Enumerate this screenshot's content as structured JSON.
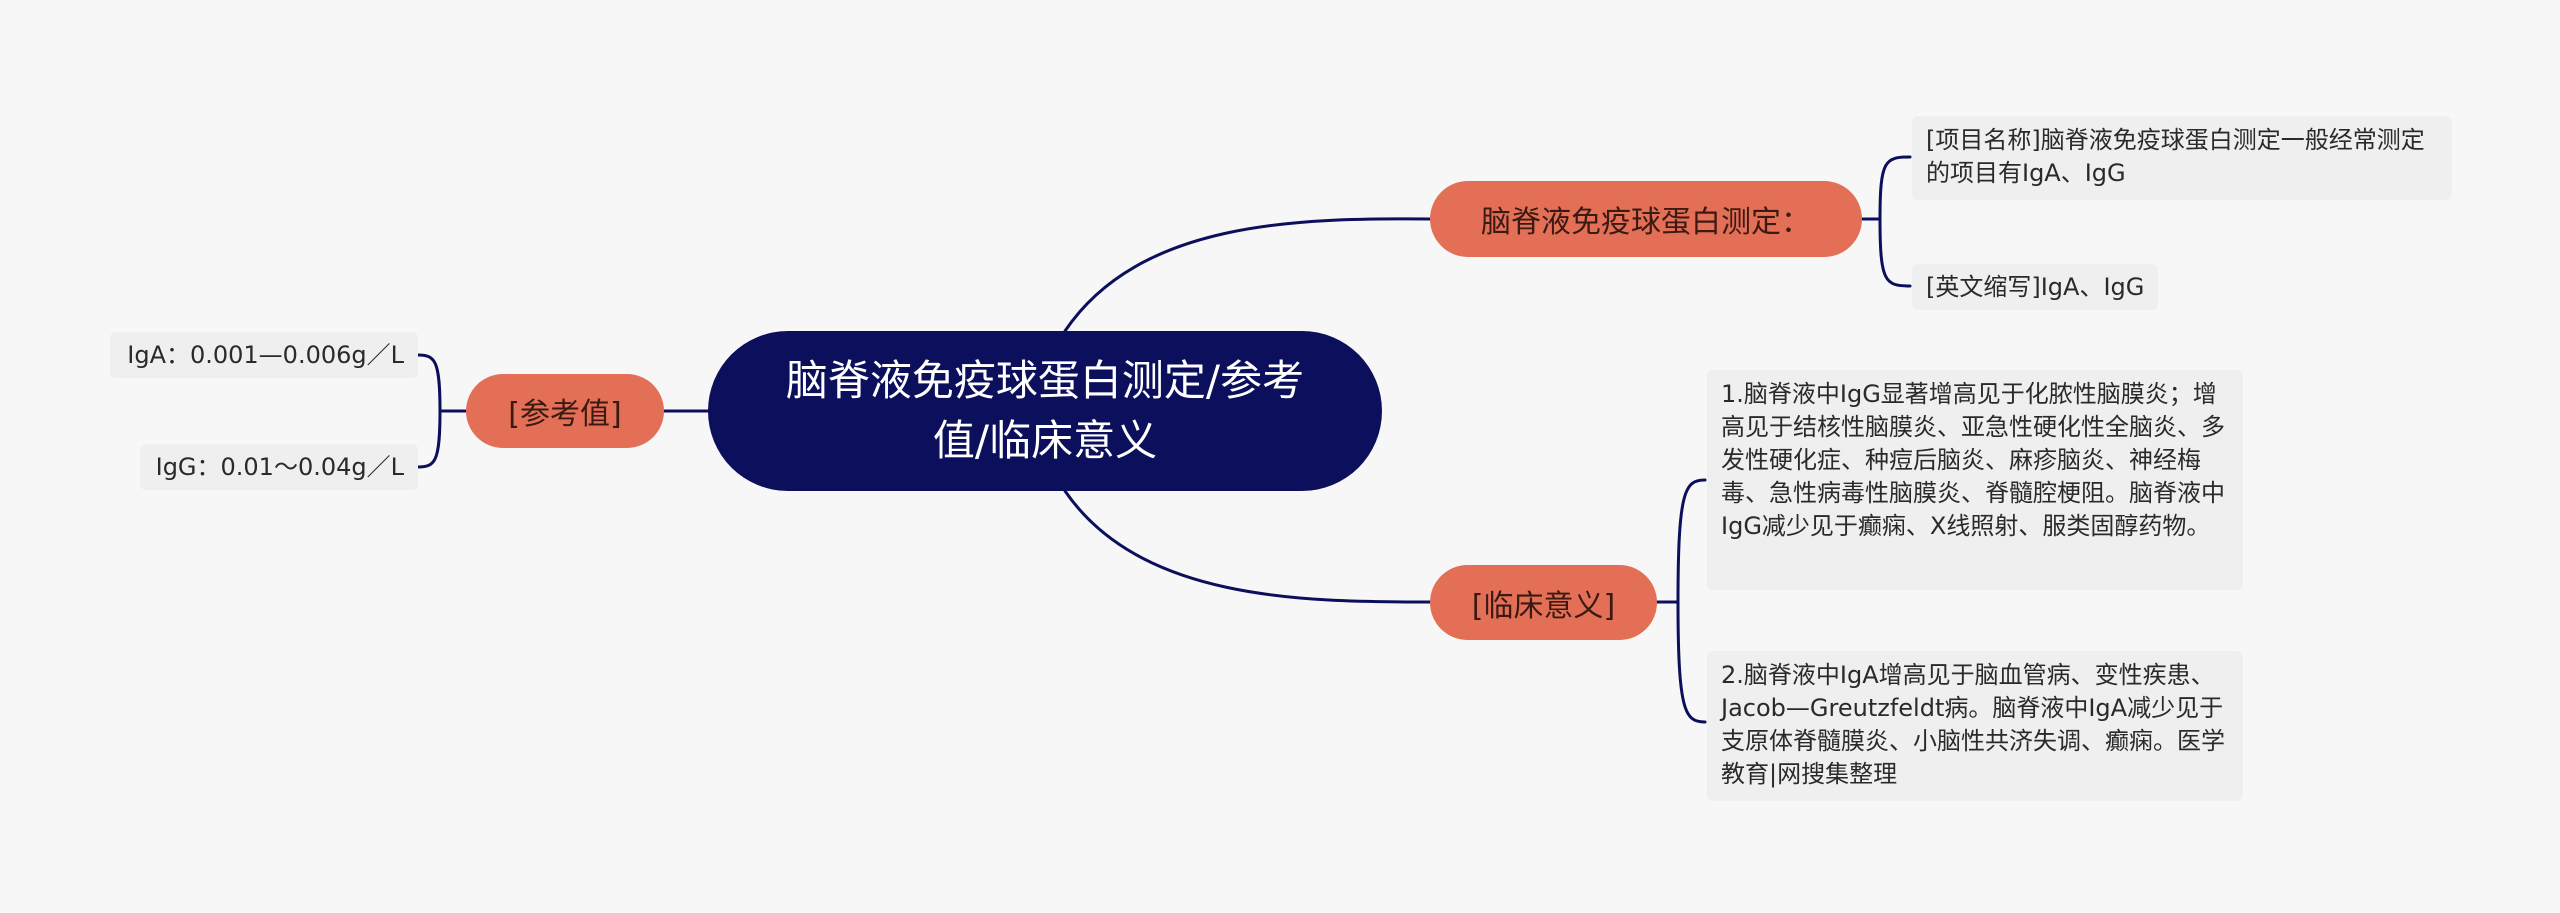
{
  "colors": {
    "background": "#f7f7f7",
    "root_fill": "#0b0f5c",
    "branch_fill": "#e46f57",
    "leaf_fill": "#efefef",
    "connector": "#0b0f5c"
  },
  "mindmap": {
    "root": {
      "label": "脑脊液免疫球蛋白测定/参考值/临床意义"
    },
    "branches": {
      "measurement": {
        "label": "脑脊液免疫球蛋白测定：",
        "leaves": [
          "[项目名称]脑脊液免疫球蛋白测定一般经常测定的项目有IgA、IgG",
          "[英文缩写]IgA、IgG"
        ]
      },
      "clinical": {
        "label": "[临床意义]",
        "leaves": [
          "1.脑脊液中IgG显著增高见于化脓性脑膜炎；增高见于结核性脑膜炎、亚急性硬化性全脑炎、多发性硬化症、种痘后脑炎、麻疹脑炎、神经梅毒、急性病毒性脑膜炎、脊髓腔梗阻。脑脊液中IgG减少见于癫痫、X线照射、服类固醇药物。",
          "2.脑脊液中IgA增高见于脑血管病、变性疾患、Jacob—Greutzfeldt病。脑脊液中IgA减少见于支原体脊髓膜炎、小脑性共济失调、癫痫。医学教育|网搜集整理"
        ]
      },
      "reference": {
        "label": "[参考值]",
        "leaves": [
          "IgA：0.001—0.006g／L",
          "IgG：0.01～0.04g／L"
        ]
      }
    }
  }
}
